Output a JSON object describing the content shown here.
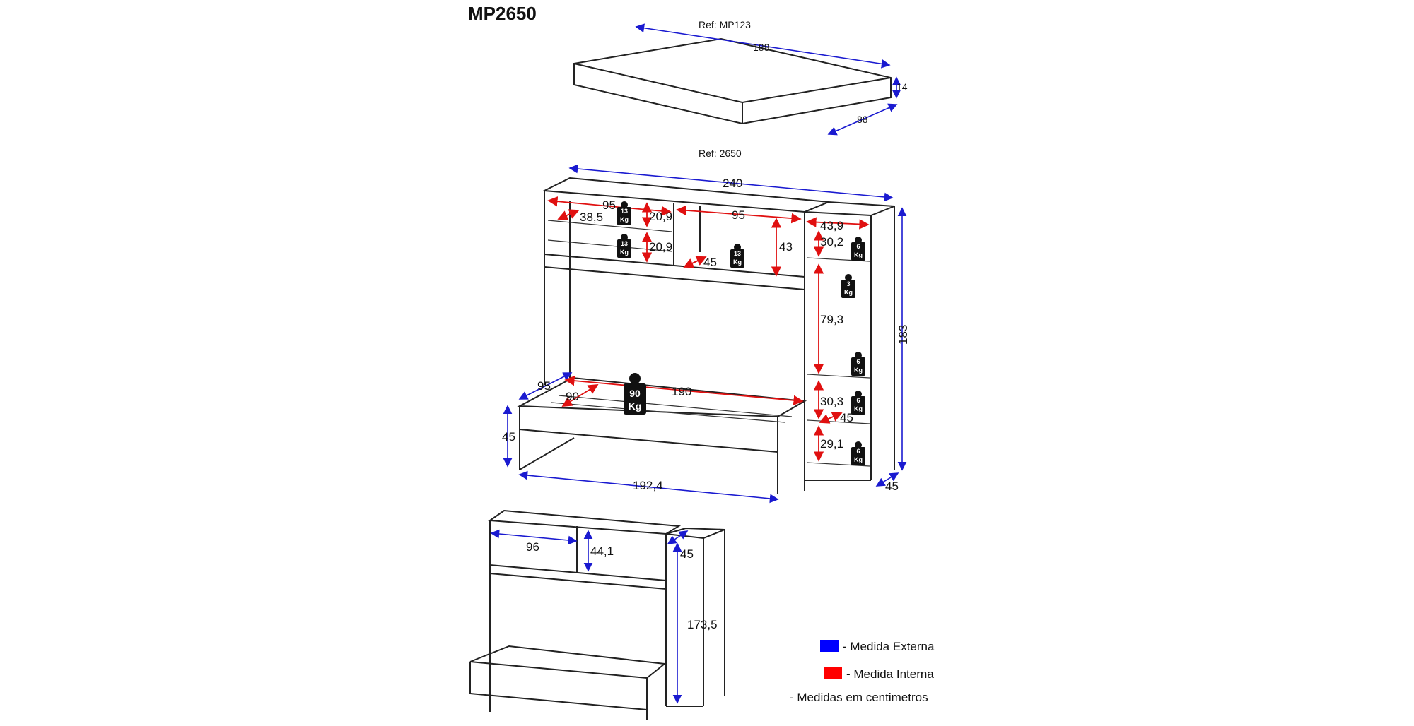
{
  "title": "MP2650",
  "top_piece": {
    "ref": "Ref: MP123",
    "width": "188",
    "height": "14",
    "depth": "88"
  },
  "main_piece": {
    "ref": "Ref: 2650",
    "width": "240",
    "height": "183",
    "depth_right": "45",
    "shelf_left_width": "95",
    "shelf_left_depth": "38,5",
    "shelf_left_h1": "20,9",
    "shelf_left_h2": "20,9",
    "shelf_mid_width": "95",
    "shelf_mid_height": "43",
    "shelf_mid_depth": "45",
    "col_width": "43,9",
    "col_h1": "30,2",
    "col_h2": "79,3",
    "col_h3": "30,3",
    "col_depth": "45",
    "col_h4": "29,1",
    "bed_depth_ext": "95",
    "bed_depth_int": "90",
    "bed_length_int": "190",
    "bed_height": "45",
    "bed_length_ext": "192,4"
  },
  "weights": {
    "shelf": [
      "13",
      "13",
      "13"
    ],
    "unit": "Kg",
    "col": [
      "6",
      "3",
      "6",
      "6",
      "6"
    ],
    "bed": "90"
  },
  "closed_view": {
    "door_width": "96",
    "door_height": "44,1",
    "col_depth": "45",
    "col_height": "173,5"
  },
  "legend": {
    "external": "- Medida Externa",
    "internal": "- Medida Interna",
    "note": "- Medidas em centimetros",
    "external_color": "#0000ff",
    "internal_color": "#ff0000"
  }
}
